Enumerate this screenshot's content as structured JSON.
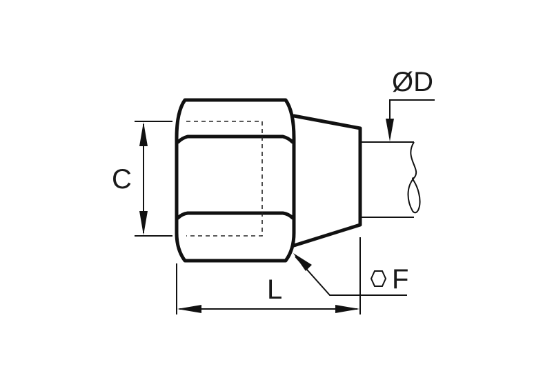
{
  "labels": {
    "diameter": "ØD",
    "hex_across_flats": "F",
    "length": "L",
    "thread": "C"
  },
  "icons": {
    "hex": "hexagon-icon"
  },
  "colors": {
    "line": "#111111",
    "background": "#ffffff"
  }
}
